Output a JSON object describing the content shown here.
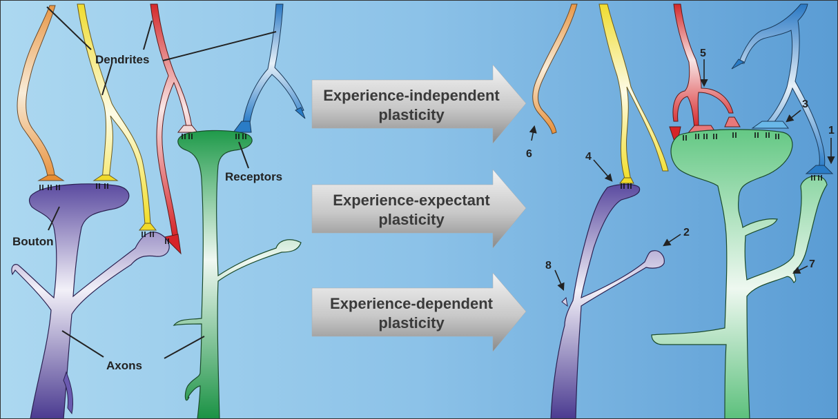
{
  "labels": {
    "dendrites": "Dendrites",
    "receptors": "Receptors",
    "bouton": "Bouton",
    "axons": "Axons"
  },
  "arrows": [
    {
      "line1": "Experience-independent",
      "line2": "plasticity"
    },
    {
      "line1": "Experience-expectant",
      "line2": "plasticity"
    },
    {
      "line1": "Experience-dependent",
      "line2": "plasticity"
    }
  ],
  "markers": [
    "1",
    "2",
    "3",
    "4",
    "5",
    "6",
    "7",
    "8"
  ],
  "colors": {
    "background_left": "#a8d4ee",
    "background_right": "#5e9fd6",
    "axon_purple": "#5a4a9c",
    "axon_green": "#1f9a4a",
    "dendrite_orange": "#e8943c",
    "dendrite_yellow": "#f2e22c",
    "dendrite_red": "#d8262a",
    "dendrite_blue": "#2a7cc6",
    "arrow_gray": "#a0a0a0"
  }
}
